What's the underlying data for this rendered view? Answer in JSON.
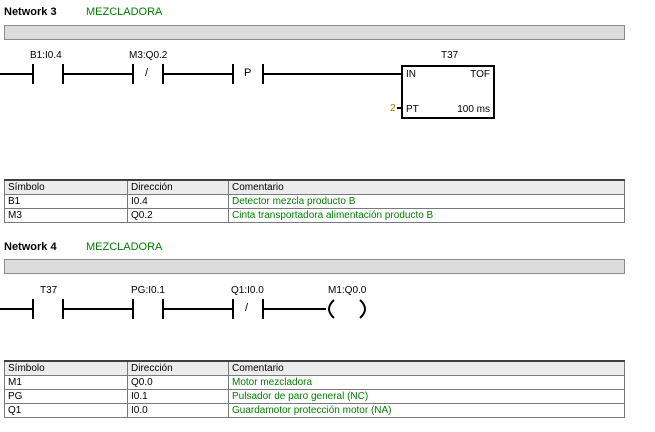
{
  "network3": {
    "title": "Network 3",
    "comment": "MEZCLADORA",
    "contacts": {
      "c1": "B1:I0.4",
      "c2": "M3:Q0.2"
    },
    "p_label": "P",
    "neg_symbol": "/",
    "timer": {
      "name": "T37",
      "type": "TOF",
      "in": "IN",
      "pt": "PT",
      "pt_value": "2",
      "time_base": "100 ms"
    },
    "table": {
      "headers": [
        "Símbolo",
        "Dirección",
        "Comentario"
      ],
      "rows": [
        [
          "B1",
          "I0.4",
          "Detector mezcla producto B"
        ],
        [
          "M3",
          "Q0.2",
          "Cinta transportadora alimentación producto B"
        ]
      ]
    }
  },
  "network4": {
    "title": "Network 4",
    "comment": "MEZCLADORA",
    "contacts": {
      "c1": "T37",
      "c2": "PG:I0.1",
      "c3": "Q1:I0.0"
    },
    "neg_symbol": "/",
    "coil": "M1:Q0.0",
    "table": {
      "headers": [
        "Símbolo",
        "Dirección",
        "Comentario"
      ],
      "rows": [
        [
          "M1",
          "Q0.0",
          "Motor mezcladora"
        ],
        [
          "PG",
          "I0.1",
          "Pulsador de paro general (NC)"
        ],
        [
          "Q1",
          "I0.0",
          "Guardamotor protección motor (NA)"
        ]
      ]
    }
  }
}
